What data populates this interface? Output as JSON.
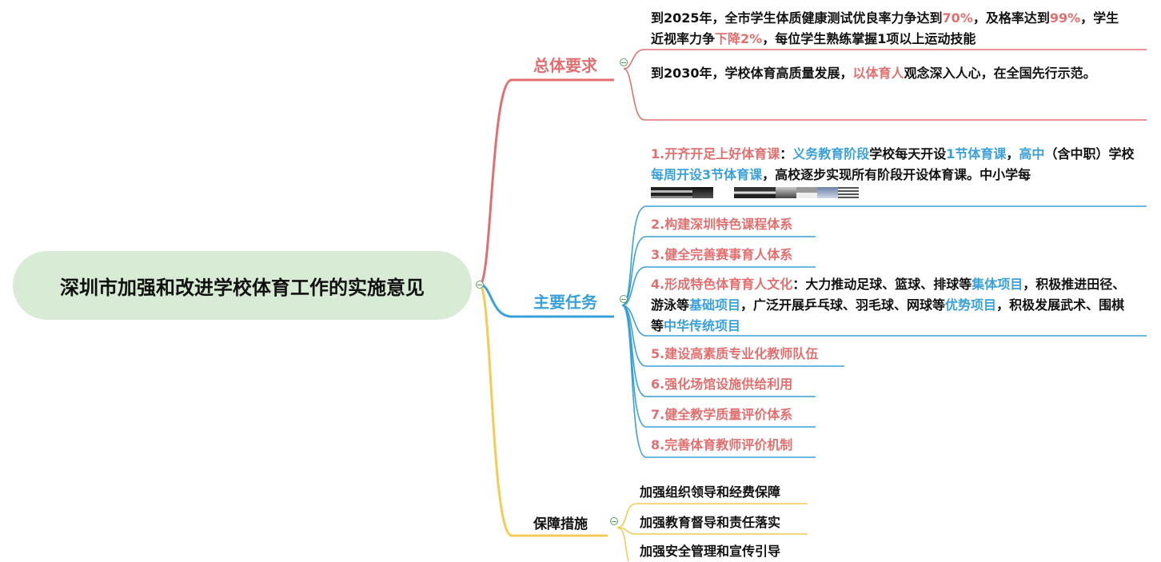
{
  "root": {
    "label": "深圳市加强和改进学校体育工作的实施意见"
  },
  "colors": {
    "red": "#e07070",
    "blue": "#3aa0d8",
    "yellow": "#f2cc55",
    "root_bg": "#d8ecd5"
  },
  "branches": {
    "overall": {
      "label": "总体要求",
      "items": [
        {
          "segments": [
            "到2025年，全市学生体质健康测试优良率力争达到",
            "70%",
            "，及格率达到",
            "99%",
            "，学生近视率力争",
            "下降2%",
            "，每位学生熟练掌握1项以上运动技能"
          ]
        },
        {
          "segments": [
            "到2030年，学校体育高质量发展，",
            "以体育人",
            "观念深入人心，在全国先行示范。"
          ]
        }
      ]
    },
    "tasks": {
      "label": "主要任务",
      "items": [
        {
          "segments": [
            "1.开齐开足上好体育课",
            "：",
            "义务教育阶段",
            "学校每天开设",
            "1节体育课",
            "，",
            "高中",
            "（含中职）学校",
            "每周开设3节体育课",
            "，高校逐步实现所有阶段开设体育课。中小学每"
          ]
        },
        {
          "label": "2.构建深圳特色课程体系"
        },
        {
          "label": "3.健全完善赛事育人体系"
        },
        {
          "segments": [
            "4.形成特色体育育人文化",
            "：大力推动足球、篮球、排球等",
            "集体项目",
            "，积极推进田径、游泳等",
            "基础项目",
            "，广泛开展乒乓球、羽毛球、网球等",
            "优势项目",
            "，积极发展武术、围棋等",
            "中华传统项目"
          ]
        },
        {
          "label": "5.建设高素质专业化教师队伍"
        },
        {
          "label": "6.强化场馆设施供给利用"
        },
        {
          "label": "7.健全教学质量评价体系"
        },
        {
          "label": "8.完善体育教师评价机制"
        }
      ]
    },
    "guarantee": {
      "label": "保障措施",
      "items": [
        {
          "label": "加强组织领导和经费保障"
        },
        {
          "label": "加强教育督导和责任落实"
        },
        {
          "label": "加强安全管理和宣传引导"
        }
      ]
    }
  }
}
